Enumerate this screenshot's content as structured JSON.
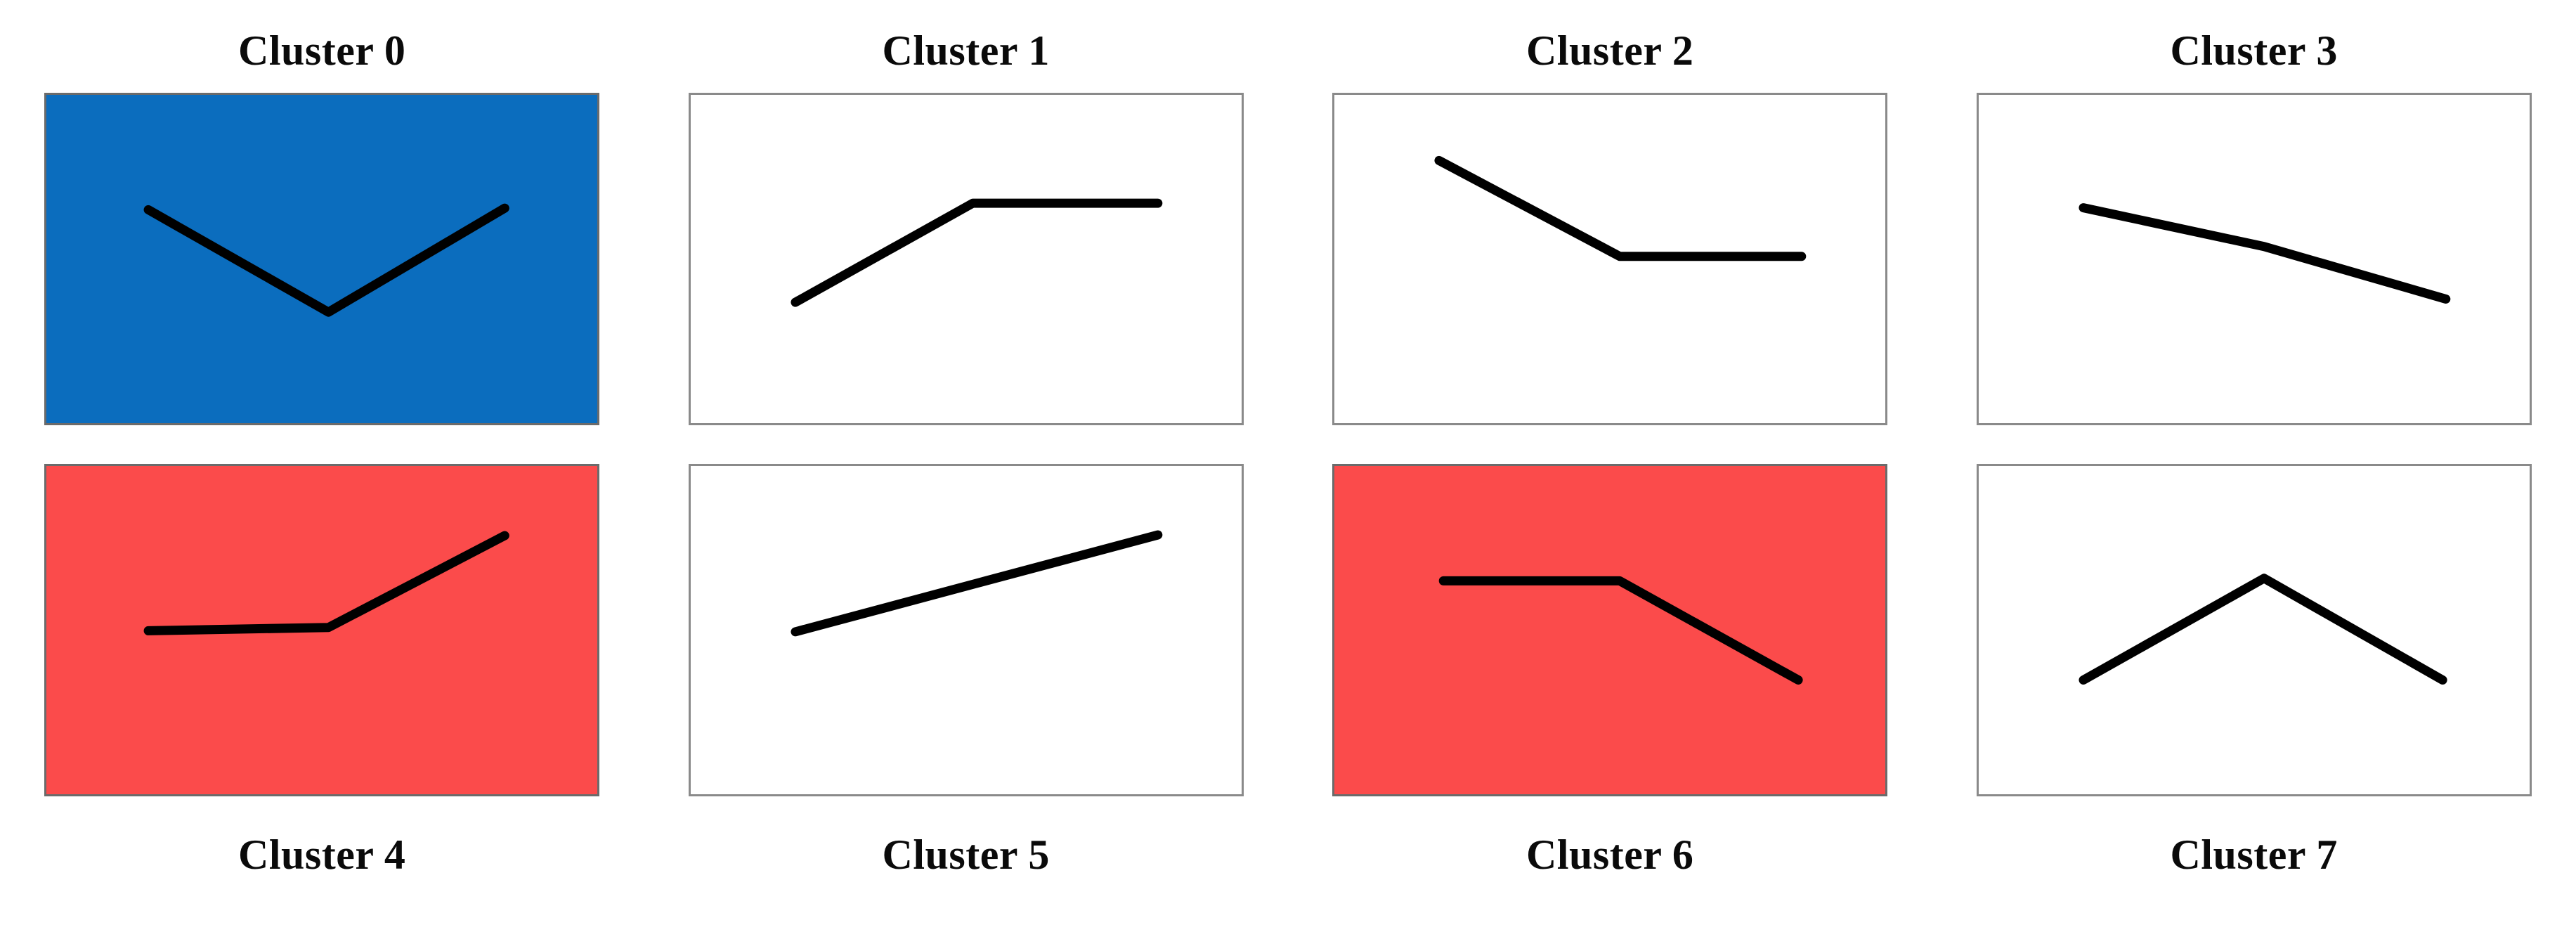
{
  "figure": {
    "background": "#ffffff",
    "panel_border_color": "#8a8a8a",
    "line_color": "#000000",
    "highlight_blue": "#0B6DBE",
    "highlight_red": "#FB4B4B"
  },
  "chart_data": {
    "type": "line",
    "title": "",
    "xlabel": "",
    "ylabel": "",
    "x": [
      1,
      2,
      3
    ],
    "axis_ranges": {
      "xlim": [
        0,
        1
      ],
      "ylim": [
        0,
        1
      ]
    },
    "grid": false,
    "legend": "none",
    "panel_layout": {
      "rows": 2,
      "cols": 4,
      "title_position_row1": "above",
      "title_position_row2": "below"
    },
    "panels": [
      {
        "index": 0,
        "title": "Cluster 0",
        "title_position": "above",
        "background": "#0B6DBE",
        "highlighted": true,
        "shape": "v-shape",
        "points_norm": [
          [
            0.185,
            0.35
          ],
          [
            0.512,
            0.662
          ],
          [
            0.832,
            0.345
          ]
        ],
        "values": [
          0.65,
          0.338,
          0.655
        ]
      },
      {
        "index": 1,
        "title": "Cluster 1",
        "title_position": "above",
        "background": "#ffffff",
        "highlighted": false,
        "shape": "rise-then-flat",
        "points_norm": [
          [
            0.19,
            0.632
          ],
          [
            0.512,
            0.33
          ],
          [
            0.848,
            0.33
          ]
        ],
        "values": [
          0.368,
          0.67,
          0.67
        ]
      },
      {
        "index": 2,
        "title": "Cluster 2",
        "title_position": "above",
        "background": "#ffffff",
        "highlighted": false,
        "shape": "fall-then-flat",
        "points_norm": [
          [
            0.19,
            0.2
          ],
          [
            0.518,
            0.492
          ],
          [
            0.848,
            0.492
          ]
        ],
        "values": [
          0.8,
          0.508,
          0.508
        ]
      },
      {
        "index": 3,
        "title": "Cluster 3",
        "title_position": "above",
        "background": "#ffffff",
        "highlighted": false,
        "shape": "steady-decline",
        "points_norm": [
          [
            0.19,
            0.344
          ],
          [
            0.518,
            0.462
          ],
          [
            0.848,
            0.622
          ]
        ],
        "values": [
          0.656,
          0.538,
          0.378
        ]
      },
      {
        "index": 4,
        "title": "Cluster 4",
        "title_position": "below",
        "background": "#FB4B4B",
        "highlighted": true,
        "shape": "flat-then-rise",
        "points_norm": [
          [
            0.185,
            0.502
          ],
          [
            0.512,
            0.492
          ],
          [
            0.832,
            0.212
          ]
        ],
        "values": [
          0.498,
          0.508,
          0.788
        ]
      },
      {
        "index": 5,
        "title": "Cluster 5",
        "title_position": "below",
        "background": "#ffffff",
        "highlighted": false,
        "shape": "steady-rise",
        "points_norm": [
          [
            0.19,
            0.505
          ],
          [
            0.518,
            0.358
          ],
          [
            0.848,
            0.21
          ]
        ],
        "values": [
          0.495,
          0.642,
          0.79
        ]
      },
      {
        "index": 6,
        "title": "Cluster 6",
        "title_position": "below",
        "background": "#FB4B4B",
        "highlighted": true,
        "shape": "flat-then-fall",
        "points_norm": [
          [
            0.198,
            0.35
          ],
          [
            0.518,
            0.35
          ],
          [
            0.842,
            0.652
          ]
        ],
        "values": [
          0.65,
          0.65,
          0.348
        ]
      },
      {
        "index": 7,
        "title": "Cluster 7",
        "title_position": "below",
        "background": "#ffffff",
        "highlighted": false,
        "shape": "inverted-v",
        "points_norm": [
          [
            0.19,
            0.652
          ],
          [
            0.518,
            0.342
          ],
          [
            0.842,
            0.652
          ]
        ],
        "values": [
          0.348,
          0.658,
          0.348
        ]
      }
    ]
  }
}
